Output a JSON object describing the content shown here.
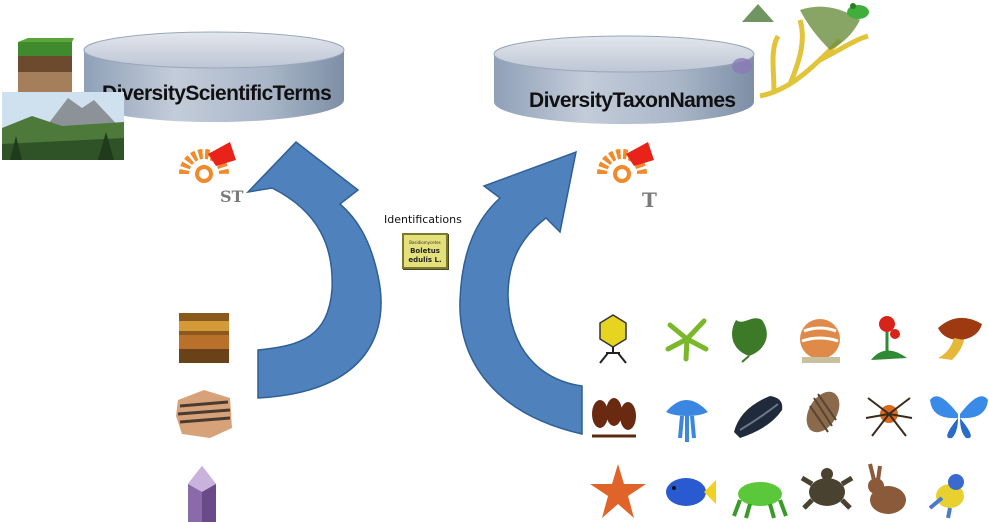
{
  "left_database": {
    "title": "DiversityScientificTerms",
    "logo_letters": "ST",
    "icon": "diversity-logo-icon"
  },
  "right_database": {
    "title": "DiversityTaxonNames",
    "logo_letters": "T",
    "icon": "diversity-logo-icon"
  },
  "center": {
    "label": "Identifications",
    "card": {
      "line1": "Basidiomycetes",
      "line2": "Boletus",
      "line3": "edulis L."
    }
  },
  "colors": {
    "cylinder_top": "#d7dde6",
    "cylinder_body": "#a9b6c9",
    "arrow_fill": "#4f81bd",
    "arrow_stroke": "#2f5f96",
    "logo_orange": "#f08a2a",
    "logo_red": "#e8231a",
    "card_fill": "#e4e07a"
  },
  "left_images": [
    "soil-profile-icon",
    "mountain-landscape-icon",
    "sediment-sample-icon",
    "banded-rock-icon",
    "amethyst-crystal-icon"
  ],
  "right_images": [
    "virus-icon",
    "alga-icon",
    "leaf-icon",
    "amoeba-icon",
    "berry-plant-icon",
    "mushroom-icon",
    "spore-icon",
    "jellyfish-icon",
    "mussel-icon",
    "isopod-icon",
    "spider-icon",
    "butterfly-icon",
    "starfish-icon",
    "fish-icon",
    "frog-icon",
    "turtle-icon",
    "hare-icon",
    "bird-icon",
    "tree-frog-icon",
    "tree-silhouette-icon",
    "phylogenetic-tree-icon",
    "leaf-cluster-icon"
  ]
}
